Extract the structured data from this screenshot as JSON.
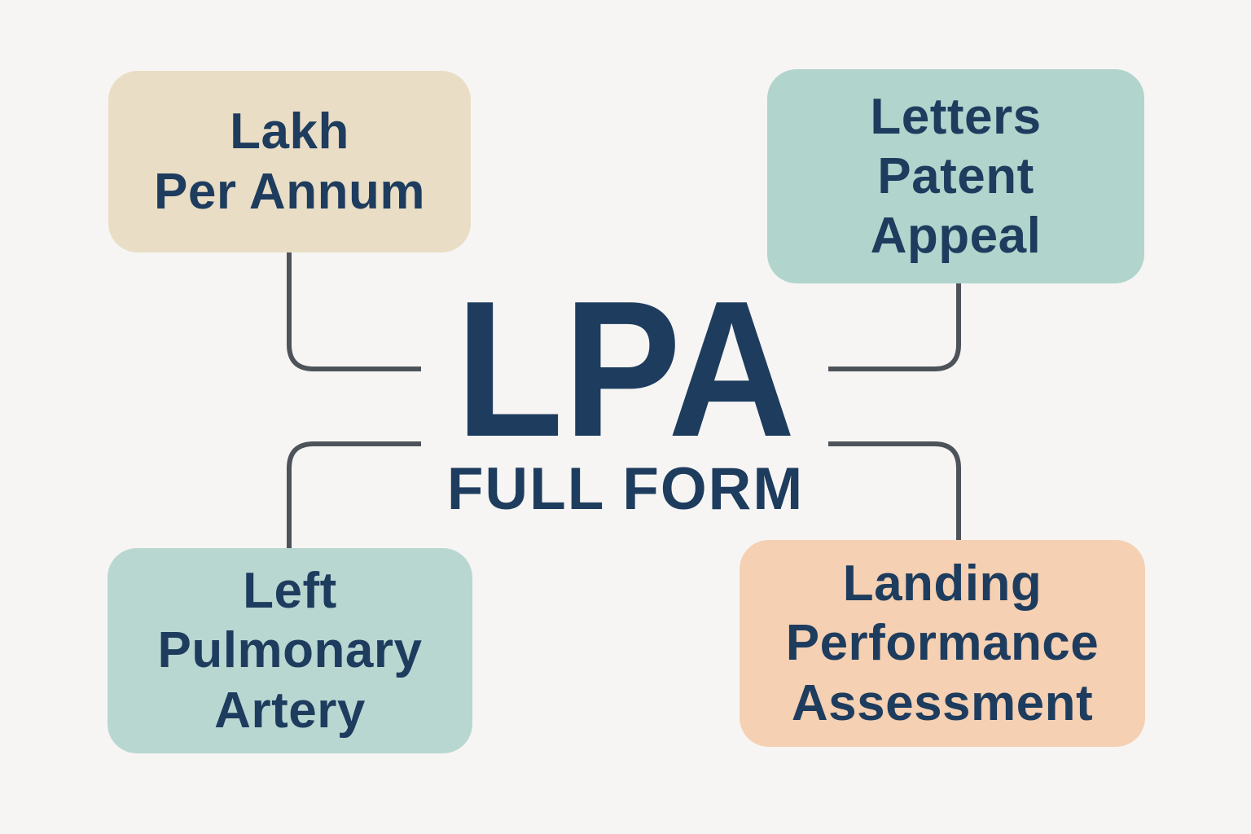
{
  "background_color": "#f6f5f3",
  "text_color": "#1e3c5e",
  "connector_color": "#4e535a",
  "center": {
    "acronym": "LPA",
    "subtitle": "FULL FORM"
  },
  "nodes": [
    {
      "id": "lakh-per-annum",
      "position": "top-left",
      "bg": "#e9ddc5",
      "label": "Lakh Per Annum",
      "lines": [
        "Lakh",
        "Per Annum"
      ]
    },
    {
      "id": "letters-patent-appeal",
      "position": "top-right",
      "bg": "#b1d4cc",
      "label": "Letters Patent Appeal",
      "lines": [
        "Letters",
        "Patent",
        "Appeal"
      ]
    },
    {
      "id": "left-pulmonary-artery",
      "position": "bottom-left",
      "bg": "#b9d7d1",
      "label": "Left Pulmonary Artery",
      "lines": [
        "Left",
        "Pulmonary",
        "Artery"
      ]
    },
    {
      "id": "landing-performance-assessment",
      "position": "bottom-right",
      "bg": "#f5d0b2",
      "label": "Landing Performance Assessment",
      "lines": [
        "Landing",
        "Performance",
        "Assessment"
      ]
    }
  ]
}
